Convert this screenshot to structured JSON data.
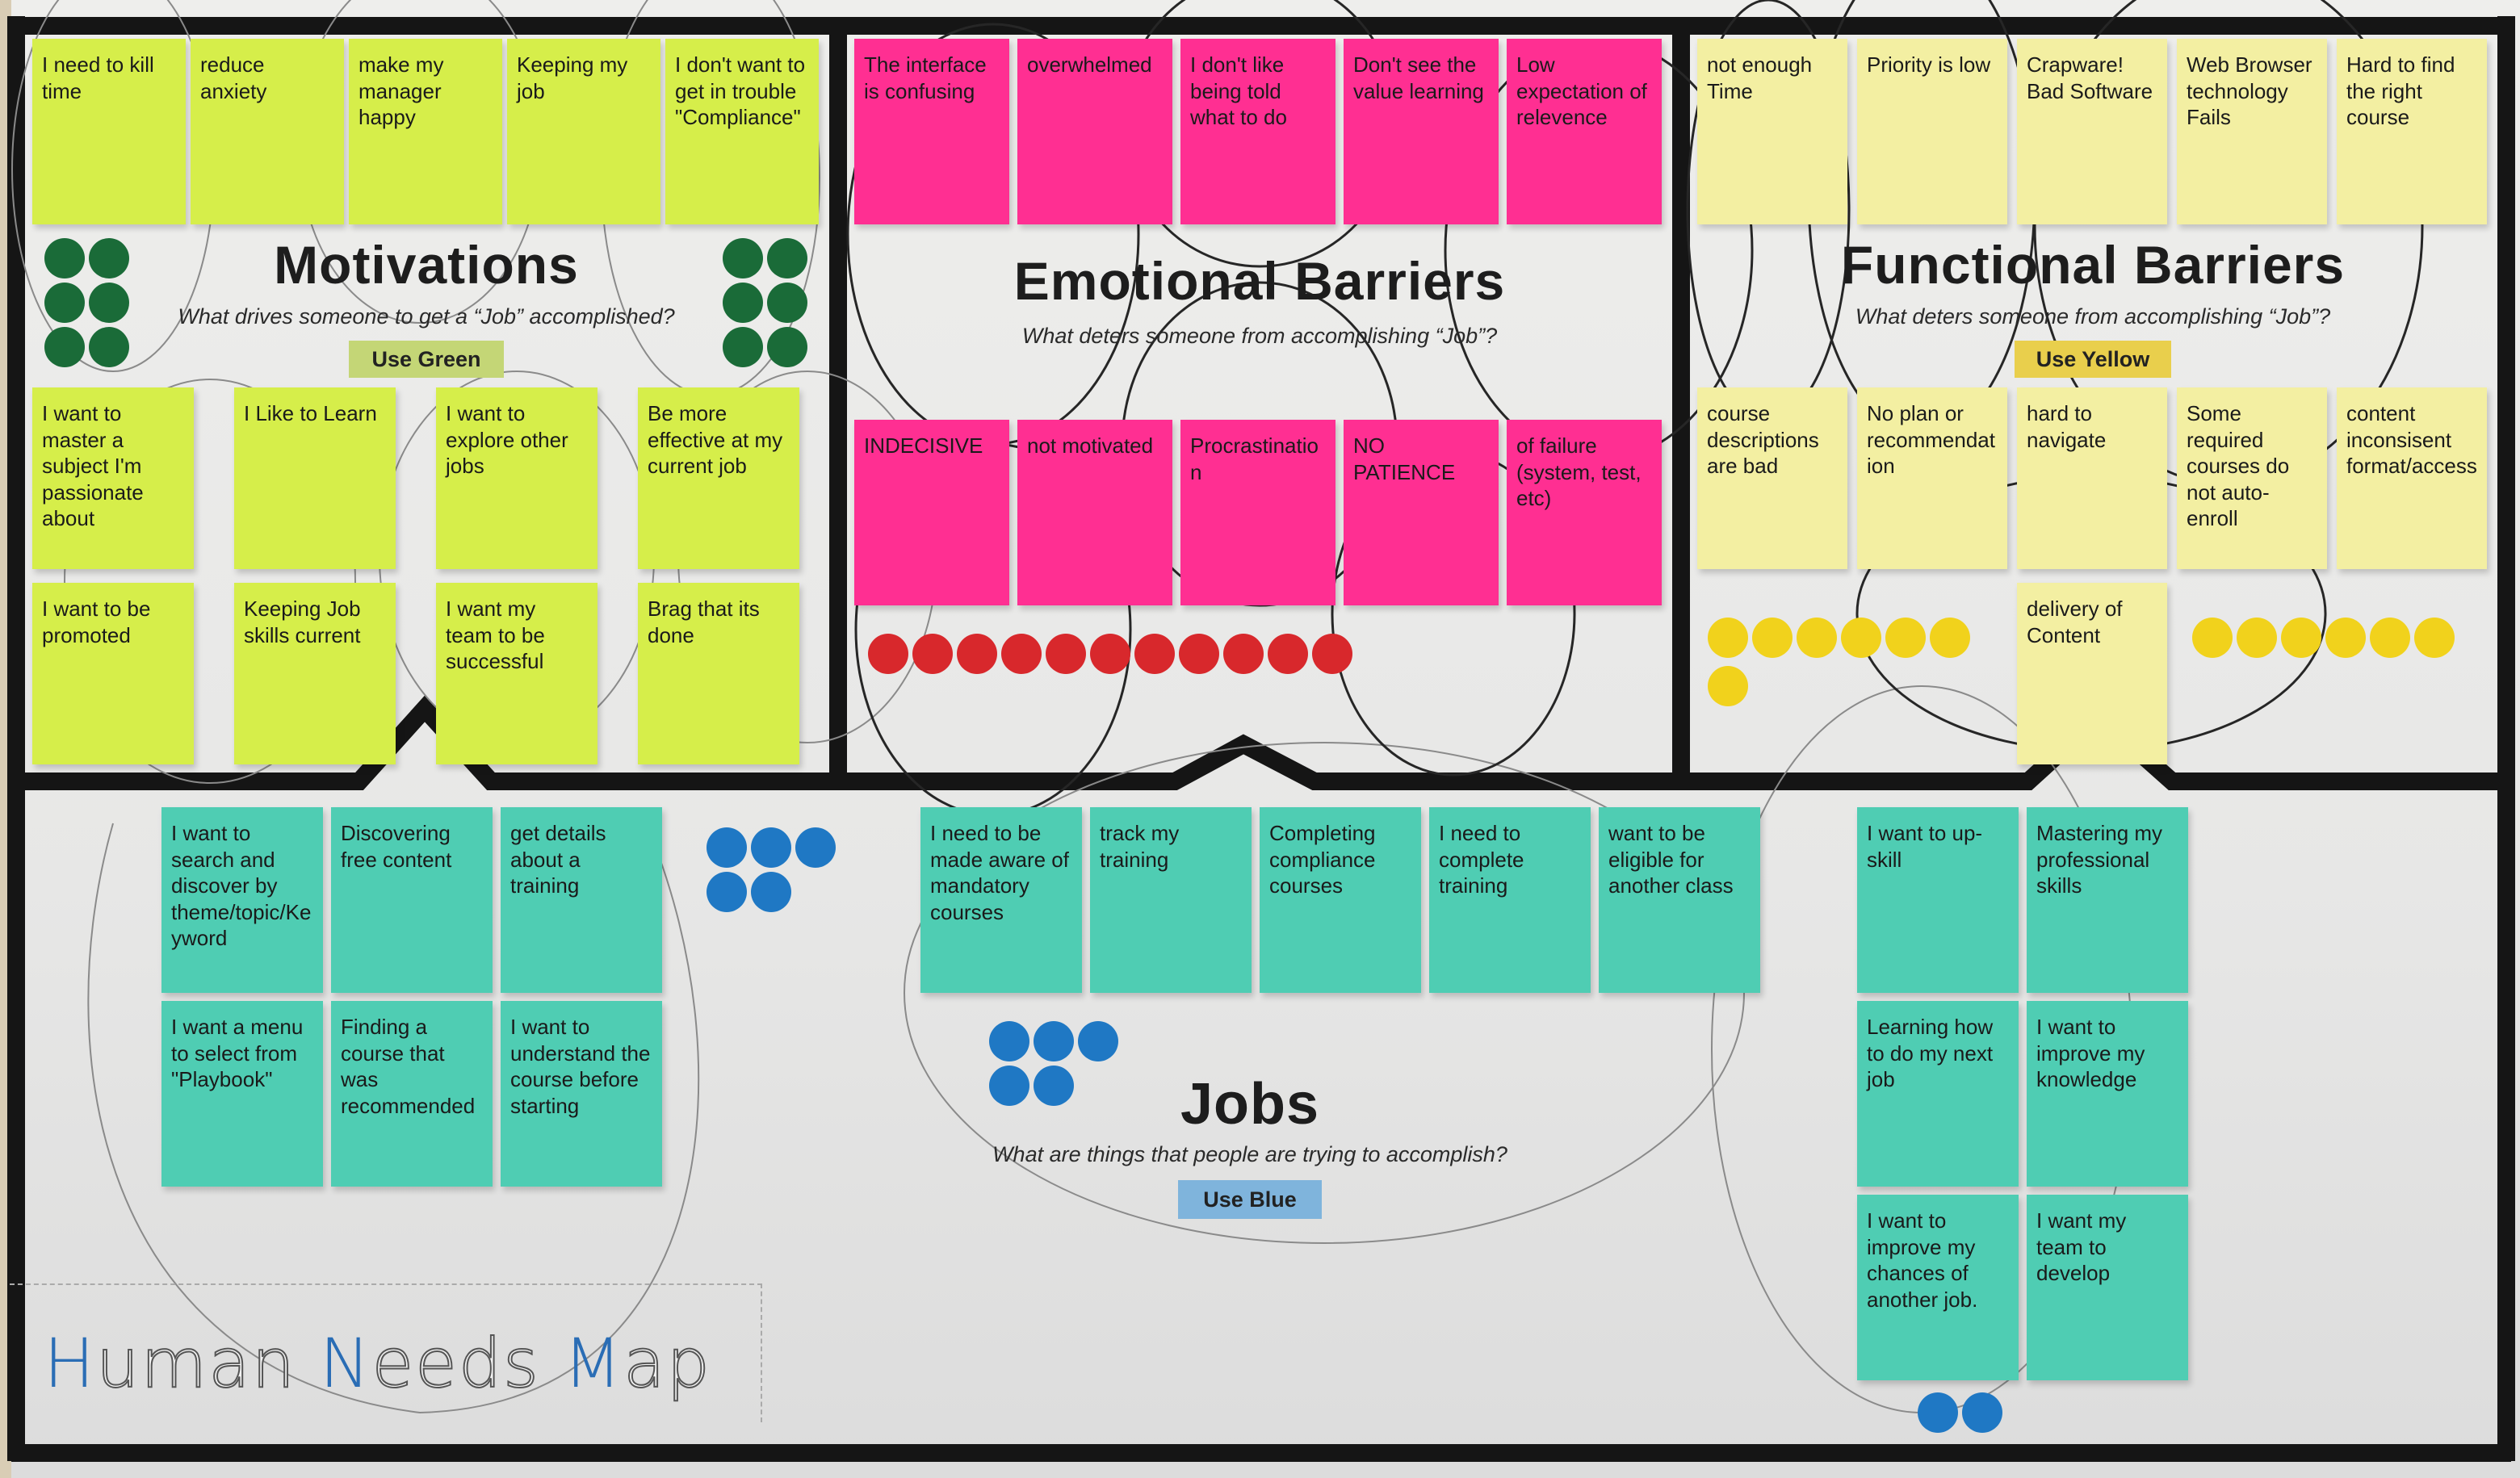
{
  "poster": {
    "title_segments": [
      {
        "text": "H",
        "accent": true
      },
      {
        "text": "uman ",
        "accent": false
      },
      {
        "text": "N",
        "accent": true
      },
      {
        "text": "eeds ",
        "accent": false
      },
      {
        "text": "M",
        "accent": true
      },
      {
        "text": "ap",
        "accent": false
      }
    ]
  },
  "colors": {
    "green_note": "#d6ee4a",
    "pink_note": "#ff2f92",
    "yellow_note": "#f3efa2",
    "teal_note": "#4fcdb3",
    "green_dot": "#1a6b38",
    "red_dot": "#d8282c",
    "yellow_dot": "#f1d21c",
    "blue_dot": "#1f78c4",
    "accent_blue": "#2a6db5"
  },
  "sections": {
    "motivations": {
      "title": "Motivations",
      "subtitle": "What drives someone to get a “Job” accomplished?",
      "badge": "Use Green",
      "notes": [
        "I need to kill time",
        "reduce anxiety",
        "make my manager happy",
        "Keeping my job",
        "I don't want to get in trouble \"Compliance\"",
        "I want to master a subject I'm passionate about",
        "I Like to Learn",
        "I want to explore other jobs",
        "Be more effective at my current job",
        "I want to be promoted",
        "Keeping Job skills current",
        "I want my team to be successful",
        "Brag that its done"
      ]
    },
    "emotional_barriers": {
      "title": "Emotional Barriers",
      "subtitle": "What deters someone from accomplishing “Job”?",
      "notes": [
        "The interface is confusing",
        "overwhelmed",
        "I don't like being told what to do",
        "Don't see the value learning",
        "Low expectation of relevence",
        "INDECISIVE",
        "not motivated",
        "Procrastination",
        "NO PATIENCE",
        "of failure (system, test, etc)"
      ]
    },
    "functional_barriers": {
      "title": "Functional Barriers",
      "subtitle": "What deters someone from accomplishing “Job”?",
      "badge": "Use Yellow",
      "notes": [
        "not enough Time",
        "Priority is low",
        "Crapware! Bad Software",
        "Web Browser technology Fails",
        "Hard to find the right course",
        "course descriptions are bad",
        "No plan or recommendation",
        "hard to navigate",
        "Some required courses do not auto-enroll",
        "content inconsisent format/access",
        "delivery of Content"
      ]
    },
    "jobs": {
      "title": "Jobs",
      "subtitle": "What are things that people are trying to accomplish?",
      "badge": "Use Blue",
      "notes": [
        "I want to search and discover by theme/topic/Keyword",
        "Discovering free content",
        "get details about a training",
        "I want a menu to select from \"Playbook\"",
        "Finding a course that was recommended",
        "I want to understand the course before starting",
        "I need to be made aware of mandatory courses",
        "track my training",
        "Completing compliance courses",
        "I need to complete training",
        "want to be eligible for another class",
        "I want to up-skill",
        "Mastering my professional skills",
        "Learning how to do my next job",
        "I want to improve my knowledge",
        "I want to improve my chances of another job.",
        "I want my team to develop"
      ]
    }
  }
}
